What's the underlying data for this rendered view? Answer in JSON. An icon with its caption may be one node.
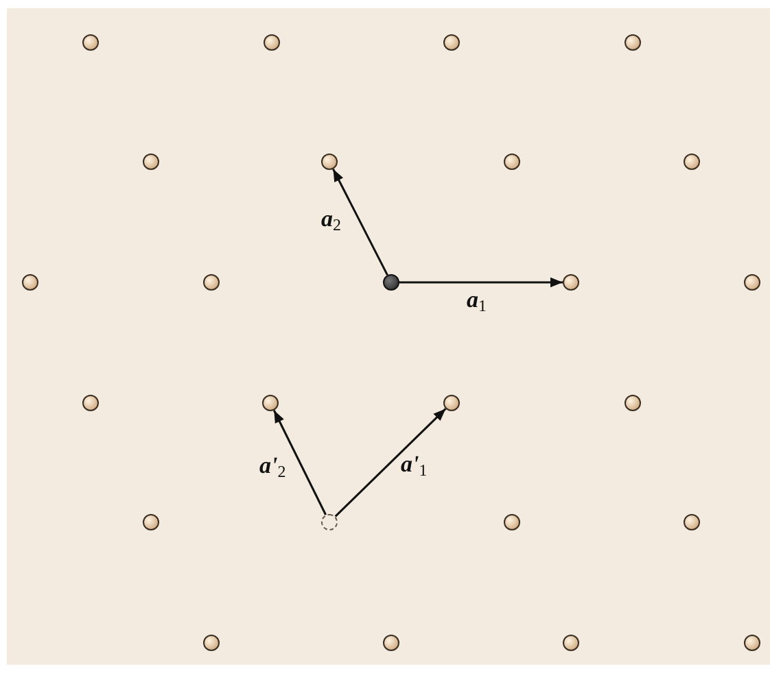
{
  "diagram": {
    "nodes": [
      {
        "text": [],
        "shape": "circle"
      },
      {
        "text": [],
        "shape": "circle"
      },
      {
        "text": [],
        "shape": "circle"
      },
      {
        "text": [],
        "shape": "circle"
      },
      {
        "text": [],
        "shape": "circle"
      },
      {
        "text": [],
        "shape": "circle"
      },
      {
        "text": [],
        "shape": "circle"
      },
      {
        "text": [],
        "shape": "circle"
      },
      {
        "text": [],
        "shape": "circle"
      },
      {
        "text": [],
        "shape": "circle"
      },
      {
        "text": [],
        "shape": "circle"
      },
      {
        "text": [],
        "shape": "circle"
      },
      {
        "text": [],
        "shape": "circle"
      },
      {
        "text": [],
        "shape": "circle"
      },
      {
        "text": [],
        "shape": "circle"
      },
      {
        "text": [],
        "shape": "circle"
      },
      {
        "text": [],
        "shape": "circle"
      },
      {
        "text": [],
        "shape": "circle"
      },
      {
        "text": [],
        "shape": "circle"
      },
      {
        "text": [],
        "shape": "circle"
      },
      {
        "text": [],
        "shape": "circle"
      },
      {
        "text": [],
        "shape": "circle"
      },
      {
        "text": [],
        "shape": "circle"
      },
      {
        "text": [],
        "shape": "circle"
      },
      {
        "text": [],
        "shape": "circle"
      }
    ],
    "edges": [
      {
        "from": 10,
        "to": 11,
        "arrow": "to",
        "label": "**a**$_{1}$"
      },
      {
        "from": 10,
        "to": 5,
        "arrow": "to",
        "label": "**a**$_{2}$"
      },
      {
        "from": 18,
        "to": 15,
        "arrow": "to",
        "label": "**a'**$_{1}$"
      },
      {
        "from": 18,
        "to": 14,
        "arrow": "to",
        "label": "**a'**$_{2}$"
      }
    ]
  }
}
